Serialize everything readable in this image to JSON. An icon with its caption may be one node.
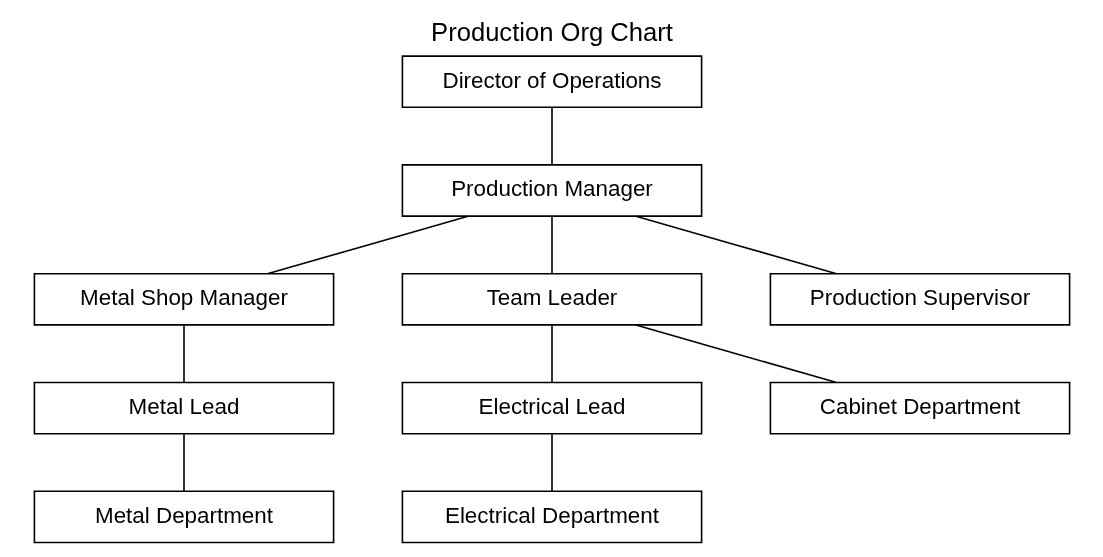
{
  "diagram": {
    "title": "Production Org Chart",
    "nodes": [
      {
        "text": [
          "Director of Operations"
        ]
      },
      {
        "text": [
          "Production Manager"
        ]
      },
      {
        "text": [
          "Metal Shop Manager"
        ]
      },
      {
        "text": [
          "Team Leader"
        ]
      },
      {
        "text": [
          "Production Supervisor"
        ]
      },
      {
        "text": [
          "Metal Lead"
        ]
      },
      {
        "text": [
          "Electrical Lead"
        ]
      },
      {
        "text": [
          "Metal Department"
        ]
      },
      {
        "text": [
          "Cabinet Department"
        ]
      },
      {
        "text": [
          "Electrical Department"
        ]
      }
    ],
    "edges": [
      {
        "from": 0,
        "to": 1,
        "arrow": "none"
      },
      {
        "from": 1,
        "to": 2,
        "arrow": "none"
      },
      {
        "from": 1,
        "to": 3,
        "arrow": "none"
      },
      {
        "from": 1,
        "to": 4,
        "arrow": "none"
      },
      {
        "from": 2,
        "to": 5,
        "arrow": "none"
      },
      {
        "from": 3,
        "to": 6,
        "arrow": "none"
      },
      {
        "from": 3,
        "to": 8,
        "arrow": "none"
      },
      {
        "from": 5,
        "to": 7,
        "arrow": "none"
      },
      {
        "from": 6,
        "to": 9,
        "arrow": "none"
      }
    ]
  }
}
